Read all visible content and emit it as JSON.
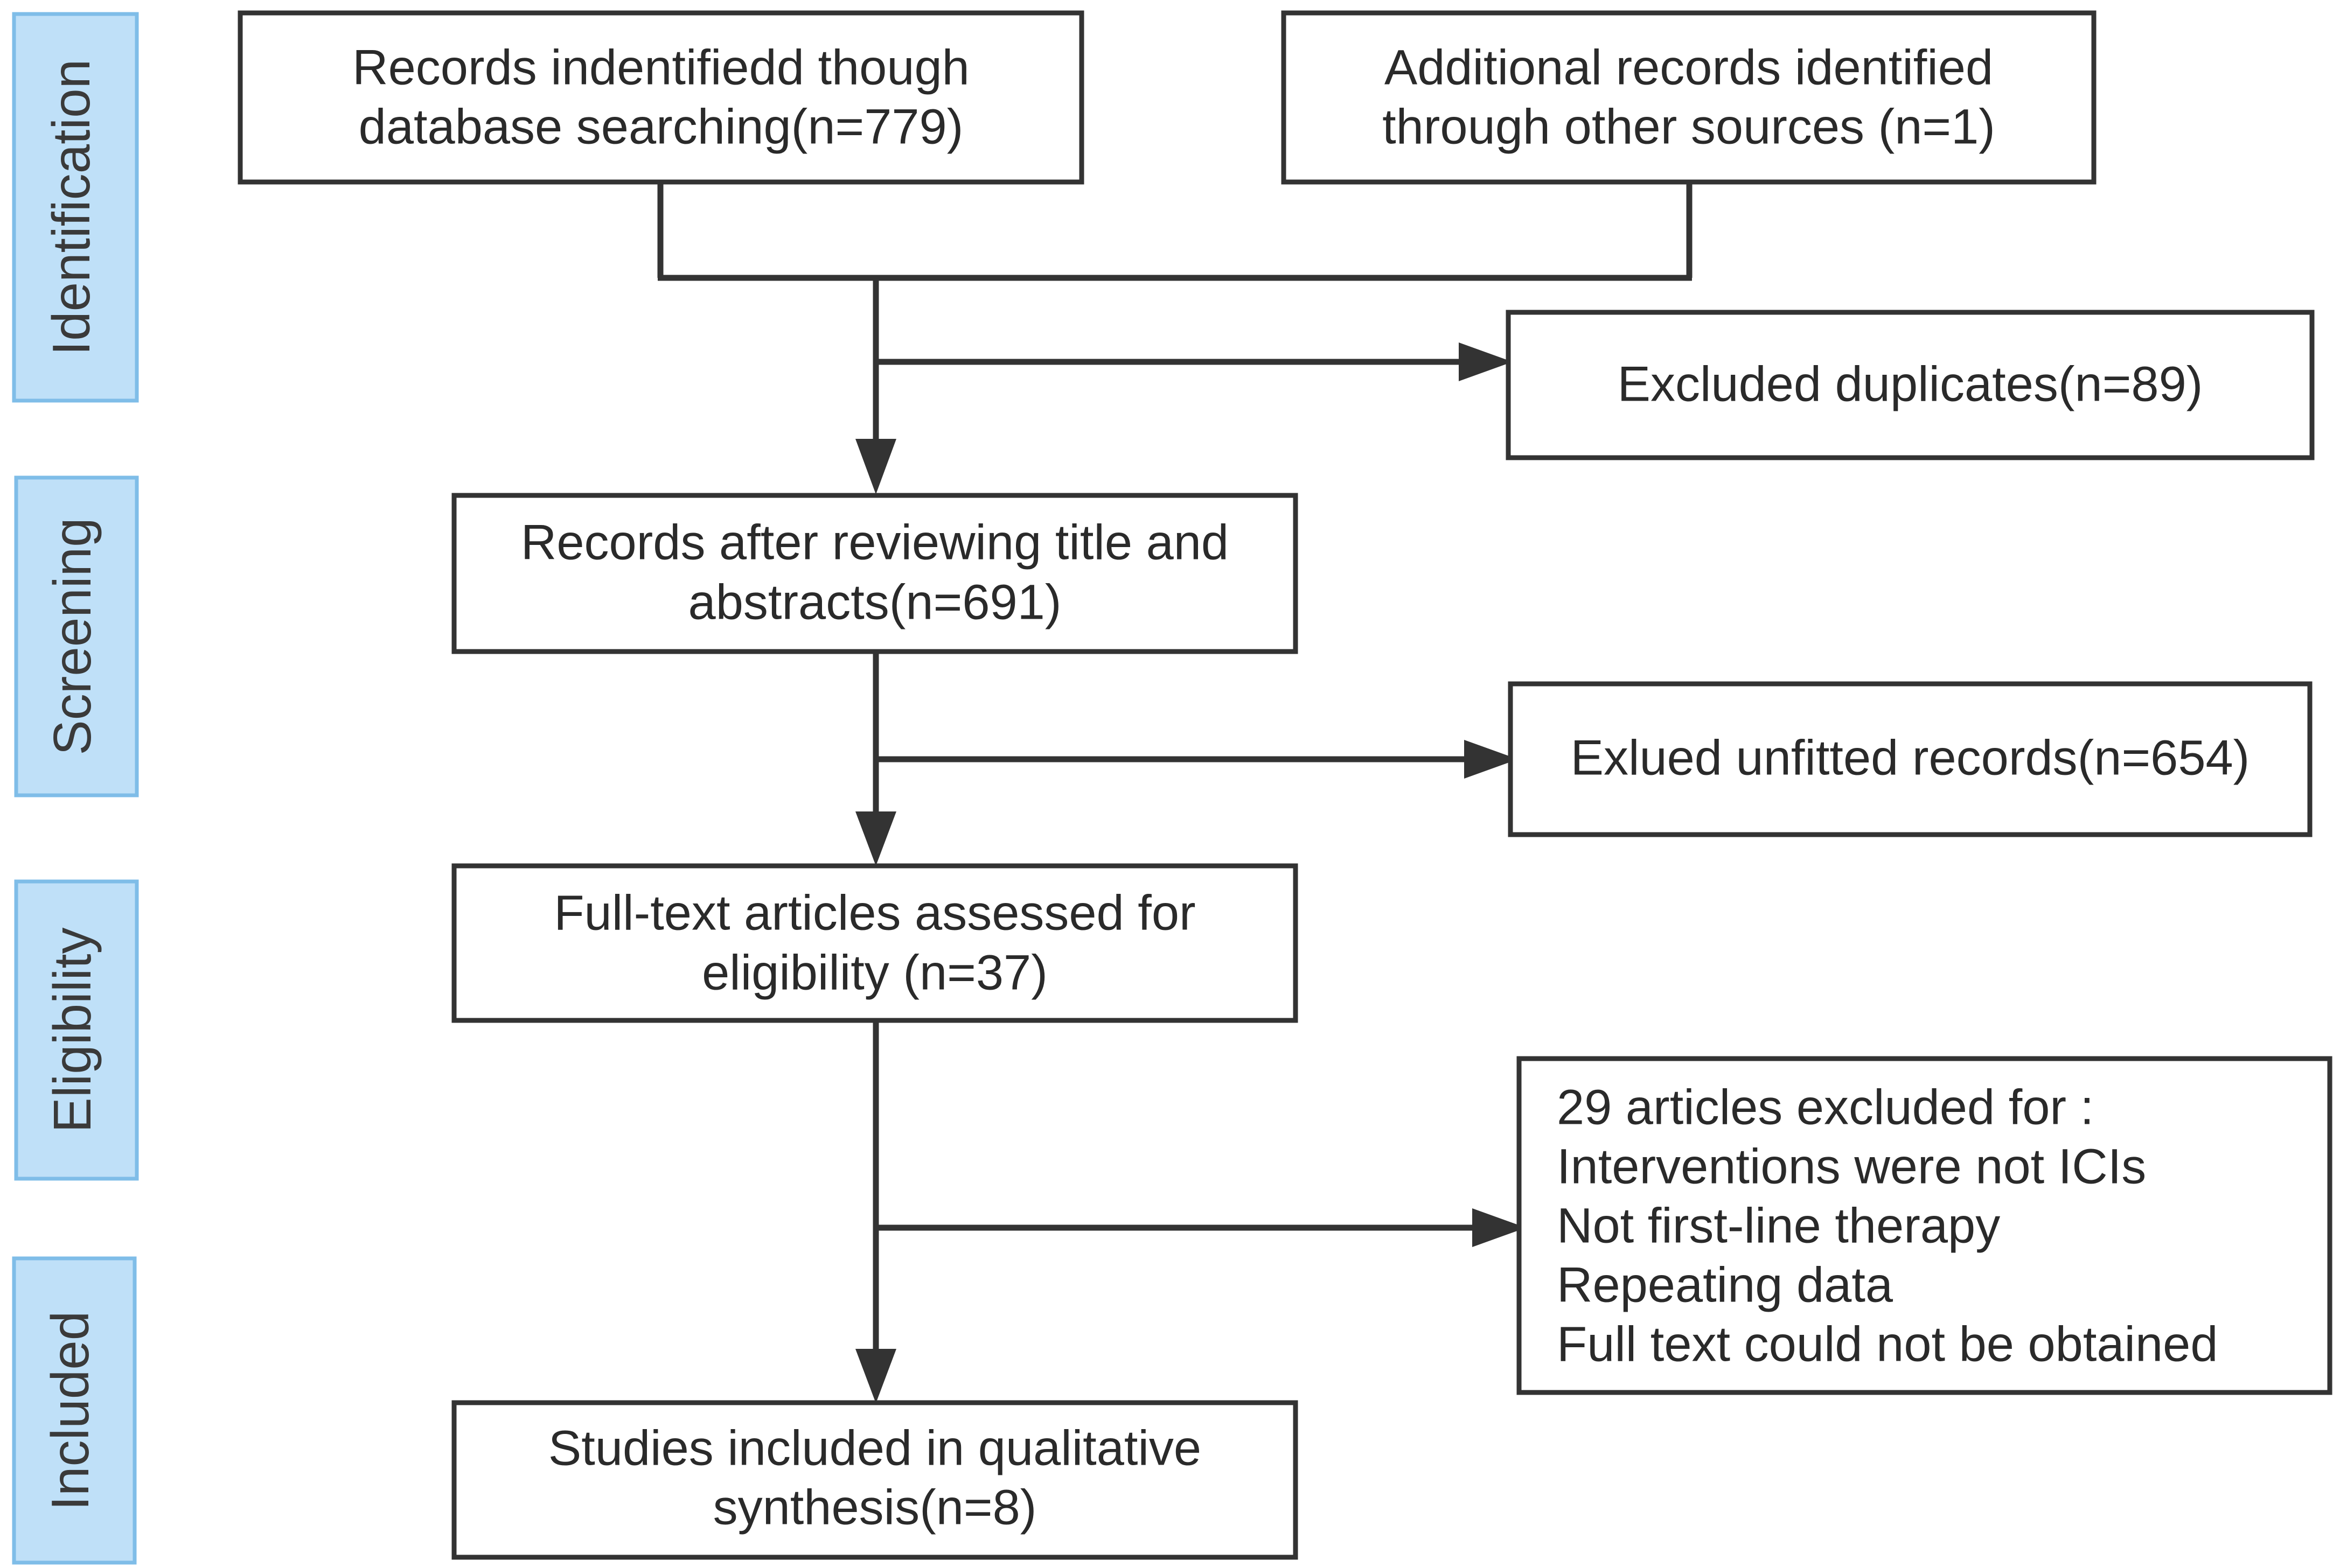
{
  "stages": [
    {
      "id": "identification",
      "label": "Identification"
    },
    {
      "id": "screening",
      "label": "Screening"
    },
    {
      "id": "eligibility",
      "label": "Eligibility"
    },
    {
      "id": "included",
      "label": "Included"
    }
  ],
  "boxes": {
    "records_database": [
      "Records indentifiedd though",
      "database searching(n=779)"
    ],
    "records_other": [
      "Additional records identified",
      "through other sources (n=1)"
    ],
    "excluded_duplicates": [
      "Excluded duplicates(n=89)"
    ],
    "records_after_review": [
      "Records after reviewing title and",
      "abstracts(n=691)"
    ],
    "excluded_unfitted": [
      "Exlued unfitted records(n=654)"
    ],
    "full_text_assessed": [
      "Full-text articles assessed for",
      "eligibility (n=37)"
    ],
    "articles_excluded": [
      "29 articles excluded for :",
      "Interventions were not ICIs",
      "Not first-line therapy",
      "Repeating data",
      "Full text could not be obtained"
    ],
    "studies_included": [
      "Studies included in qualitative",
      "synthesis(n=8)"
    ]
  },
  "colors": {
    "stage_fill": "#bfe0f8",
    "stage_border": "#7fbde8",
    "box_border": "#333333",
    "text": "#2a2a2a"
  }
}
